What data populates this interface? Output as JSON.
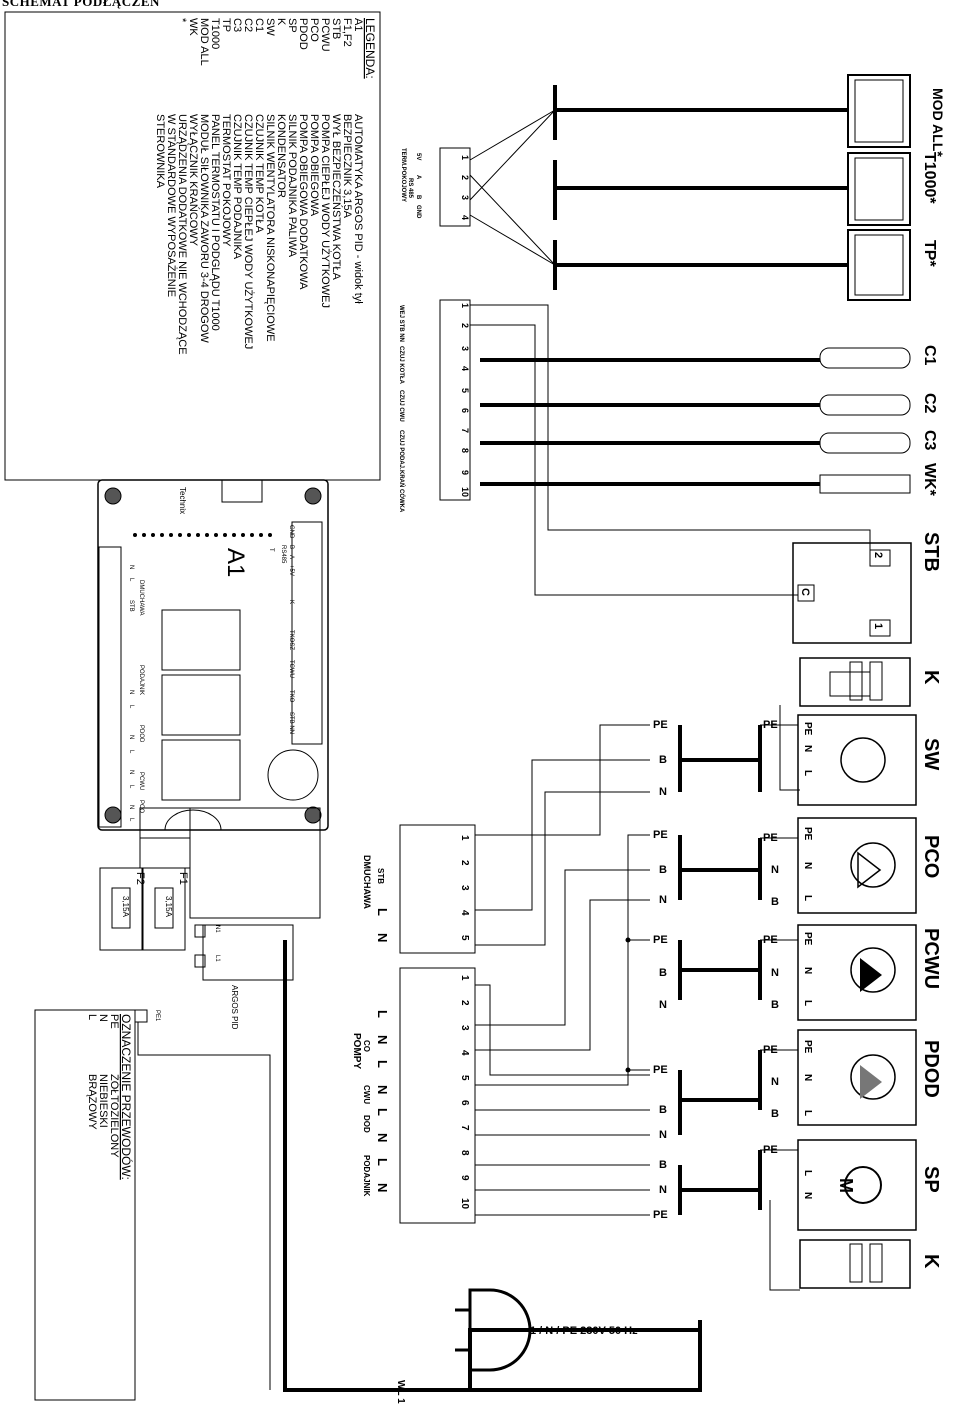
{
  "title": "SCHEMAT PODŁĄCZEŃ",
  "legend": {
    "heading": "LEGENDA:",
    "items": [
      {
        "code": "A1",
        "desc": "AUTOMATYKA ARGOS PID - widok tył"
      },
      {
        "code": "F1,F2",
        "desc": "BEZPIECZNIK 3,15A"
      },
      {
        "code": "STB",
        "desc": "WYŁ BEZPIECZEŃSTWA KOTŁA"
      },
      {
        "code": "PCWU",
        "desc": "POMPA CIEPŁEJ WODY UŻYTKOWEJ"
      },
      {
        "code": "PCO",
        "desc": "POMPA OBIEGOWA"
      },
      {
        "code": "PDOD",
        "desc": "POMPA OBIEGOWA DODATKOWA"
      },
      {
        "code": "SP",
        "desc": "SILNIK PODAJNIKA PALIWA"
      },
      {
        "code": "K",
        "desc": "KONDENSATOR"
      },
      {
        "code": "SW",
        "desc": "SILNIK WENTYLATORA NISKONAPIĘCIOWE"
      },
      {
        "code": "C1",
        "desc": "CZUJNIK TEMP KOTŁA"
      },
      {
        "code": "C2",
        "desc": "CZUJNIK TEMP CIEPŁEJ WODY UŻYTKOWEJ"
      },
      {
        "code": "C3",
        "desc": "CZUJNIK TEMP PODAJNIKA"
      },
      {
        "code": "TP",
        "desc": "TERMOSTAT POKOJOWY"
      },
      {
        "code": "T1000",
        "desc": "PANEL TERMOSTATU I PODGLĄDU T1000"
      },
      {
        "code": "MOD ALL",
        "desc": "MODUŁ SIŁOWNIKA ZAWORU 3-4 DROGOW"
      },
      {
        "code": "WK",
        "desc": "WYŁĄCZNIK KRAŃCOWY"
      },
      {
        "code": "*",
        "desc": "URZĄDZENIA DODATKOWE NIE WCHODZĄCE"
      },
      {
        "code": "",
        "desc": "W STANDARDOWE WYPOSAŻENIE"
      },
      {
        "code": "",
        "desc": "STEROWNIKA"
      }
    ]
  },
  "wire_legend": {
    "heading": "OZNACZENIE PRZEWODÓW:",
    "items": [
      {
        "code": "PE",
        "desc": "ŻÓŁTOZIELONY"
      },
      {
        "code": "N",
        "desc": "NIEBIESKI"
      },
      {
        "code": "L",
        "desc": "BRĄZOWY"
      }
    ]
  },
  "board": {
    "brand": "Technix",
    "name": "A1",
    "model": "ARGOS PID",
    "fuse_labels": [
      "F1",
      "F2"
    ],
    "fuse_rating": "3,15A",
    "fuse_terminals": [
      "N1",
      "L1",
      "PE1"
    ],
    "conn_labels": [
      "GND",
      "B",
      "A",
      "+5V",
      "RS485",
      "T",
      "K",
      "TKOSZ",
      "TCWU",
      "TKO",
      "STB NN"
    ],
    "mains_labels": [
      "N",
      "L",
      "DMUCHAWA",
      "STB",
      "PODAJNIK",
      "PDOD",
      "PCWU",
      "PCO",
      "N",
      "L",
      "N",
      "L",
      "N",
      "L",
      "N",
      "L"
    ]
  },
  "rs485_block": {
    "numbers": [
      "1",
      "2",
      "3",
      "4"
    ],
    "pins": [
      "5V",
      "A",
      "B",
      "GND"
    ],
    "labels": [
      "TERM.POKOJOWY",
      "RS 485"
    ]
  },
  "sensor_block": {
    "numbers": [
      "1",
      "2",
      "3",
      "4",
      "5",
      "6",
      "7",
      "8",
      "9",
      "10"
    ],
    "labels": [
      "WEJ STB NN",
      "CZUJ KOTŁA",
      "CZUJ CWU",
      "CZUJ PODAJ.",
      "KRAŃ CÓWKA"
    ]
  },
  "block1": {
    "numbers": [
      "1",
      "2",
      "3",
      "4",
      "5"
    ],
    "name": "DMUCHAWA",
    "labels": [
      "STB",
      "L",
      "N"
    ]
  },
  "block2": {
    "numbers": [
      "1",
      "2",
      "3",
      "4",
      "5",
      "6",
      "7",
      "8",
      "9",
      "10"
    ],
    "name": "POMPY",
    "groups": [
      "CO",
      "CWU",
      "DOD",
      "PODAJNIK"
    ],
    "labels": [
      "L",
      "N",
      "L",
      "N",
      "L",
      "N",
      "L",
      "N"
    ]
  },
  "devices": {
    "top": [
      "MOD ALL*",
      "T1000*",
      "TP*"
    ],
    "sensors": [
      "C1",
      "C2",
      "C3",
      "WK*"
    ],
    "stb": {
      "name": "STB",
      "pins": [
        "2",
        "C",
        "1"
      ]
    },
    "right": [
      "K",
      "SW",
      "PCO",
      "PCWU",
      "PDOD",
      "SP",
      "K"
    ]
  },
  "wires": {
    "pe": "PE",
    "n": "N",
    "b": "B",
    "pen": [
      "PE",
      "N",
      "L"
    ],
    "pe_gnd": [
      "L",
      "N"
    ],
    "wl": "WL 1",
    "mains": "1 / N / PE  230V  50 Hz"
  }
}
